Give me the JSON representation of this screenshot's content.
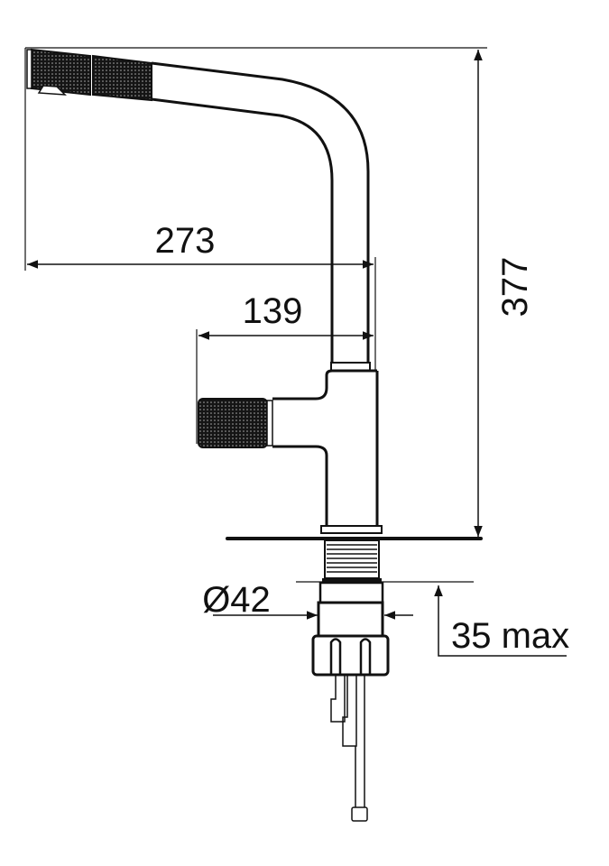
{
  "title": "Faucet dimension drawing",
  "colors": {
    "line": "#111111",
    "background": "#ffffff"
  },
  "dimensions": {
    "spout_reach": "273",
    "lever_offset": "139",
    "height": "377",
    "hole_diameter": "Ø42",
    "deck_thickness": "35 max"
  }
}
